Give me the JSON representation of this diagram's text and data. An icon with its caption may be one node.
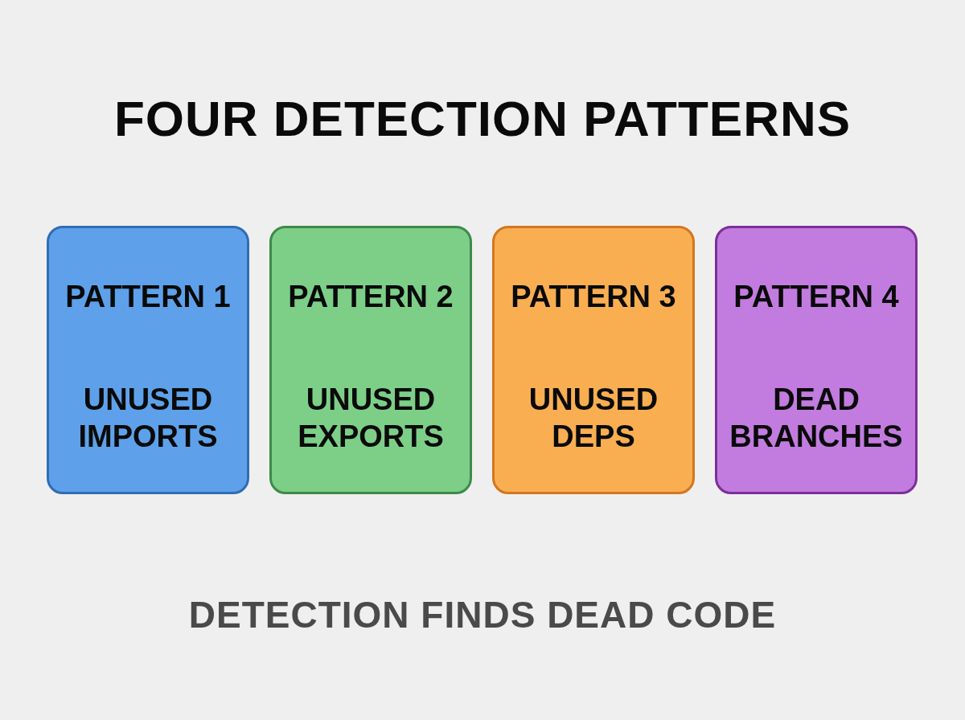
{
  "diagram": {
    "title": "FOUR DETECTION PATTERNS",
    "nodes": [
      {
        "text": [
          "PATTERN 1",
          "UNUSED IMPORTS"
        ]
      },
      {
        "text": [
          "PATTERN 2",
          "UNUSED EXPORTS"
        ]
      },
      {
        "text": [
          "PATTERN 3",
          "UNUSED DEPS"
        ]
      },
      {
        "text": [
          "PATTERN 4",
          "DEAD BRANCHES"
        ]
      }
    ],
    "caption": "DETECTION FINDS DEAD CODE"
  }
}
